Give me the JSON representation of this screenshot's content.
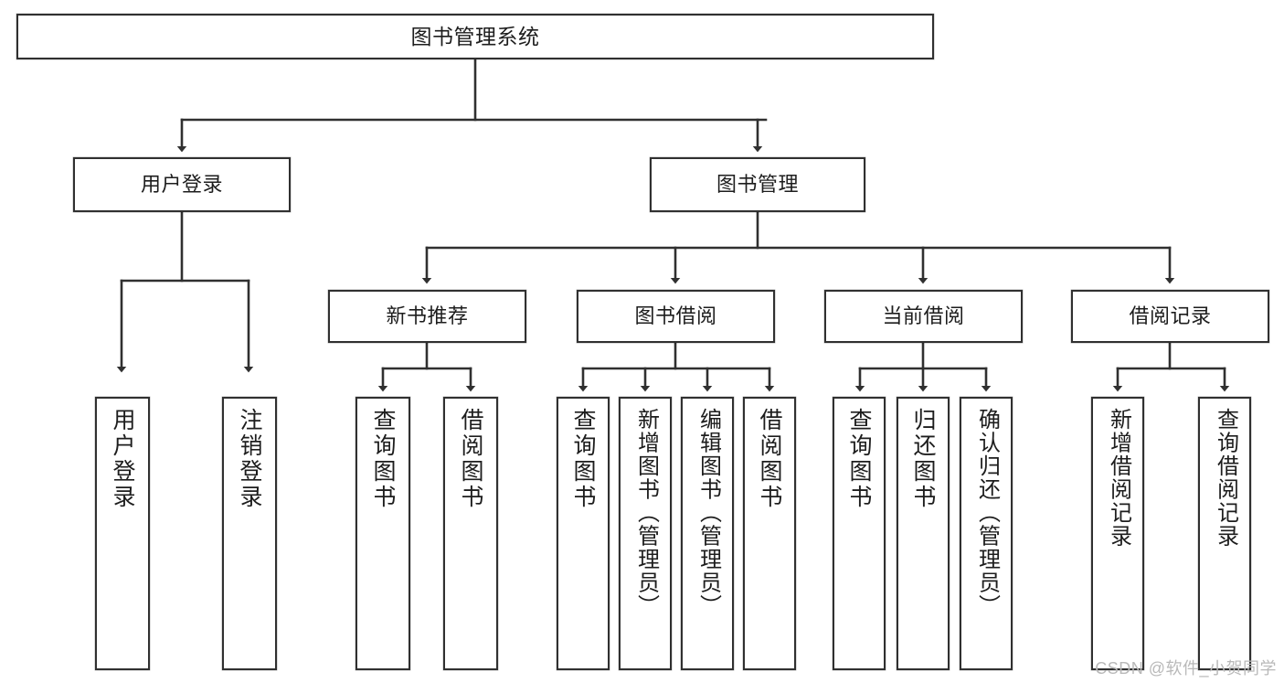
{
  "diagram": {
    "title": "图书管理系统",
    "type": "tree-hierarchy",
    "background_color": "#ffffff",
    "line_color": "#303030",
    "text_color": "#1d1d1d"
  },
  "root": {
    "label": "图书管理系统"
  },
  "level1": [
    {
      "label": "用户登录"
    },
    {
      "label": "图书管理"
    }
  ],
  "level2": [
    {
      "label": "新书推荐"
    },
    {
      "label": "图书借阅"
    },
    {
      "label": "当前借阅"
    },
    {
      "label": "借阅记录"
    }
  ],
  "leaves": {
    "user_login": [
      {
        "label": "用户登录"
      },
      {
        "label": "注销登录"
      }
    ],
    "new_book": [
      {
        "label": "查询图书"
      },
      {
        "label": "借阅图书"
      }
    ],
    "book_borrow": [
      {
        "label": "查询图书"
      },
      {
        "label": "新增图书（管理员）"
      },
      {
        "label": "编辑图书（管理员）"
      },
      {
        "label": "借阅图书"
      }
    ],
    "current_borrow": [
      {
        "label": "查询图书"
      },
      {
        "label": "归还图书"
      },
      {
        "label": "确认归还（管理员）"
      }
    ],
    "borrow_record": [
      {
        "label": "新增借阅记录"
      },
      {
        "label": "查询借阅记录"
      }
    ]
  },
  "watermark": {
    "text": "CSDN @软件_小贺同学"
  }
}
